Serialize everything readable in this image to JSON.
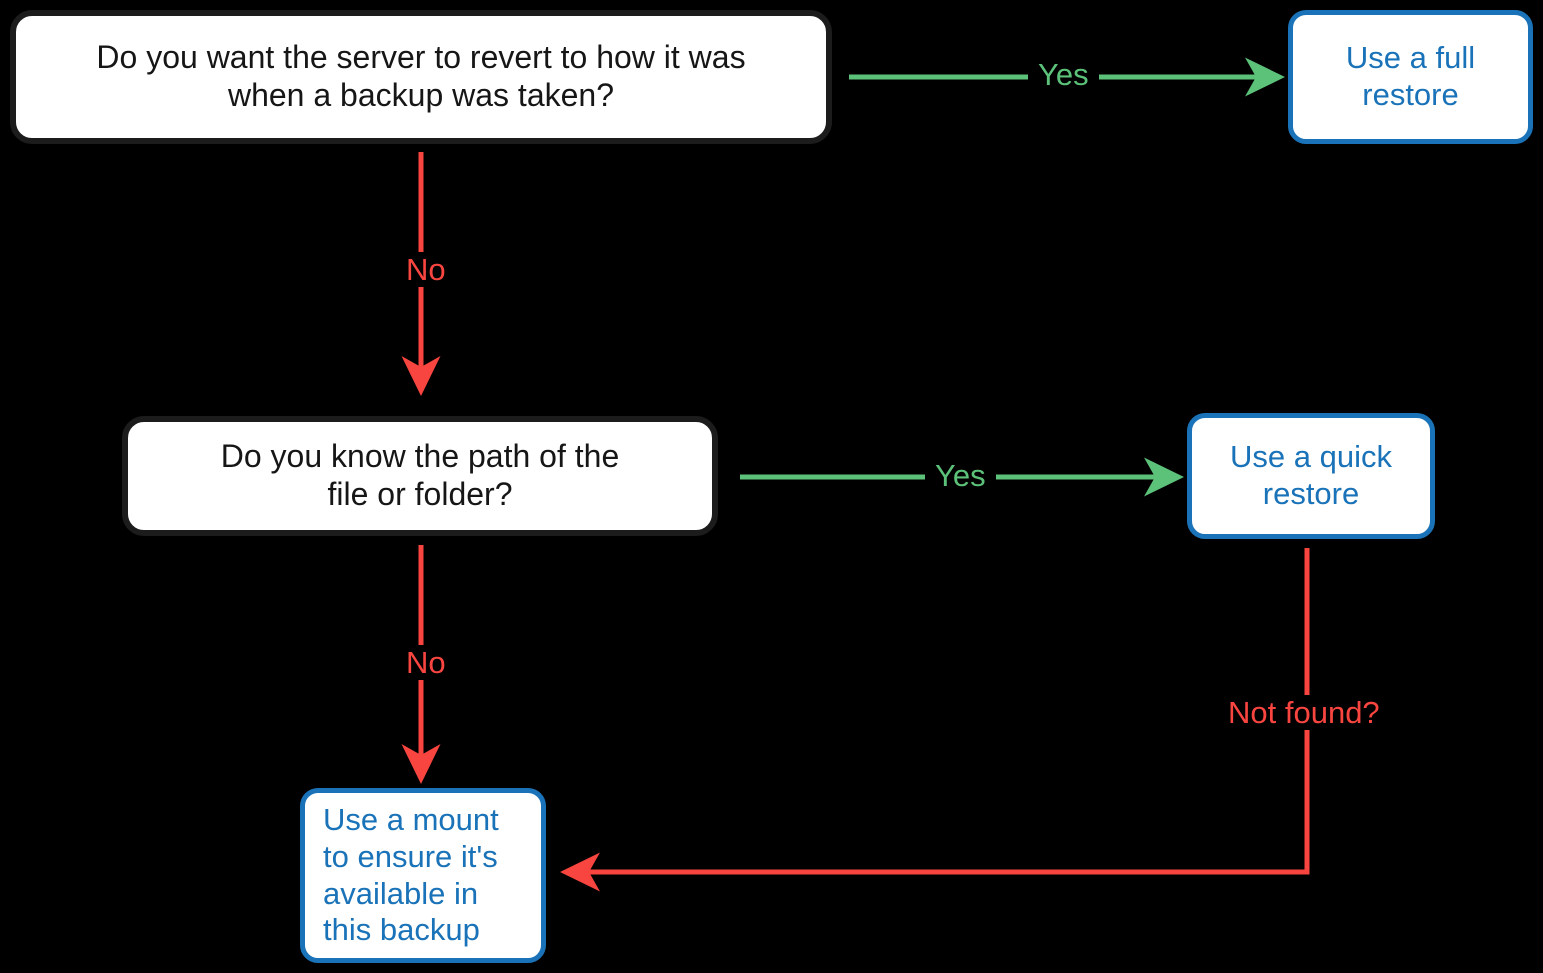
{
  "diagram": {
    "title": "Backup restore decision flowchart",
    "background_color": "#000000",
    "colors": {
      "question_border": "#1c1c1c",
      "question_text": "#161616",
      "action_border": "#1a73b8",
      "action_text": "#1a73b8",
      "yes_edge": "#5cc279",
      "no_edge": "#f9453f",
      "node_fill": "#ffffff"
    },
    "nodes": [
      {
        "id": "q1",
        "kind": "question",
        "text": "Do you want the server to revert to how it was\nwhen a backup was taken?"
      },
      {
        "id": "full",
        "kind": "action",
        "text": "Use a full\nrestore"
      },
      {
        "id": "q2",
        "kind": "question",
        "text": "Do you know the path of the\nfile or folder?"
      },
      {
        "id": "quick",
        "kind": "action",
        "text": "Use a quick\nrestore"
      },
      {
        "id": "mount",
        "kind": "action",
        "text": "Use a mount\nto ensure it's\navailable in\nthis backup"
      }
    ],
    "edges": [
      {
        "id": "e1",
        "from": "q1",
        "to": "full",
        "label": "Yes",
        "color": "#5cc279",
        "direction": "right"
      },
      {
        "id": "e2",
        "from": "q1",
        "to": "q2",
        "label": "No",
        "color": "#f9453f",
        "direction": "down"
      },
      {
        "id": "e3",
        "from": "q2",
        "to": "quick",
        "label": "Yes",
        "color": "#5cc279",
        "direction": "right"
      },
      {
        "id": "e4",
        "from": "q2",
        "to": "mount",
        "label": "No",
        "color": "#f9453f",
        "direction": "down"
      },
      {
        "id": "e5",
        "from": "quick",
        "to": "mount",
        "label": "Not found?",
        "color": "#f9453f",
        "direction": "down-left"
      }
    ]
  }
}
